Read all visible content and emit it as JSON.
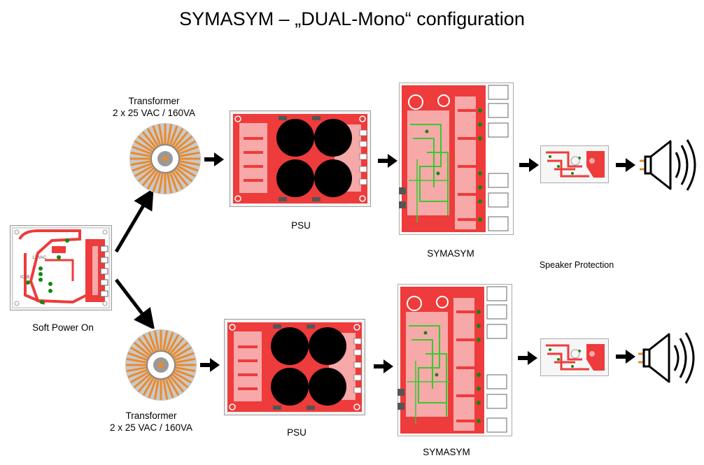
{
  "title": "SYMASYM – „DUAL-Mono“ configuration",
  "labels": {
    "soft_power": "Soft Power On",
    "transformer_top_1": "Transformer",
    "transformer_top_2": "2 x 25 VAC / 160VA",
    "transformer_bottom_1": "Transformer",
    "transformer_bottom_2": "2 x 25 VAC / 160VA",
    "psu_top": "PSU",
    "psu_bottom": "PSU",
    "amp_top": "SYMASYM",
    "amp_bottom": "SYMASYM",
    "speaker_protection": "Speaker Protection"
  },
  "colors": {
    "pcb_red": "#ee3b3b",
    "pcb_light": "#f7a8a8",
    "trace_green": "#33cc33",
    "winding_orange": "#e98a2e",
    "capacitor_black": "#000000"
  }
}
